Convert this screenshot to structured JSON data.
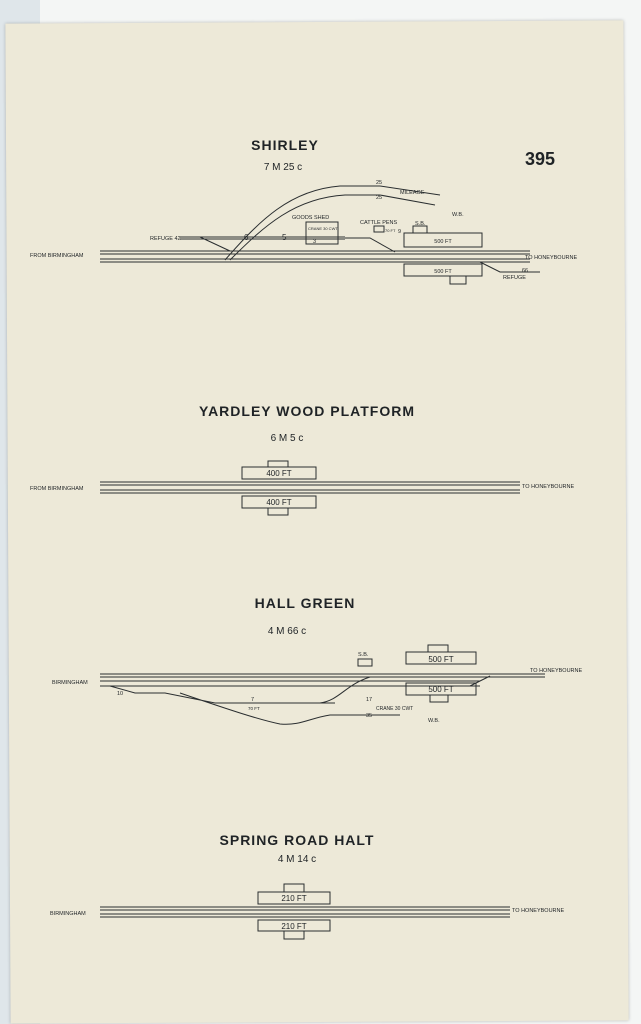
{
  "page_number": "395",
  "diagrams": [
    {
      "title": "SHIRLEY",
      "mileage": "7 M 25 c",
      "labels": {
        "from": "FROM BIRMINGHAM",
        "to": "TO HONEYBOURNE",
        "refuge_42": "REFUGE 42",
        "n6": "6",
        "n5": "5",
        "n3": "3",
        "n9": "9",
        "n25a": "25",
        "n25b": "25",
        "mileage_siding": "MILEAGE",
        "goods_shed": "GOODS SHED",
        "crane": "CRANE 30 CWT",
        "cattle_pens": "CATTLE PENS",
        "ft70": "70 FT",
        "sb": "S.B.",
        "wb": "W.B.",
        "platform_up": "500 FT",
        "platform_down": "500 FT",
        "n66": "66",
        "refuge": "REFUGE"
      }
    },
    {
      "title": "YARDLEY WOOD PLATFORM",
      "mileage": "6 M 5 c",
      "labels": {
        "from": "FROM BIRMINGHAM",
        "to": "TO HONEYBOURNE",
        "platform_up": "400 FT",
        "platform_down": "400 FT"
      }
    },
    {
      "title": "HALL GREEN",
      "mileage": "4 M 66 c",
      "labels": {
        "from": "BIRMINGHAM",
        "to": "TO HONEYBOURNE",
        "sb": "S.B.",
        "platform_up": "500 FT",
        "platform_down": "500 FT",
        "n10": "10",
        "n7": "7",
        "ft70": "70 FT",
        "n17": "17",
        "crane": "CRANE 30 CWT",
        "n35": "35",
        "wb": "W.B."
      }
    },
    {
      "title": "SPRING ROAD HALT",
      "mileage": "4 M 14 c",
      "labels": {
        "from": "BIRMINGHAM",
        "to": "TO HONEYBOURNE",
        "platform_up": "210 FT",
        "platform_down": "210 FT"
      }
    }
  ]
}
